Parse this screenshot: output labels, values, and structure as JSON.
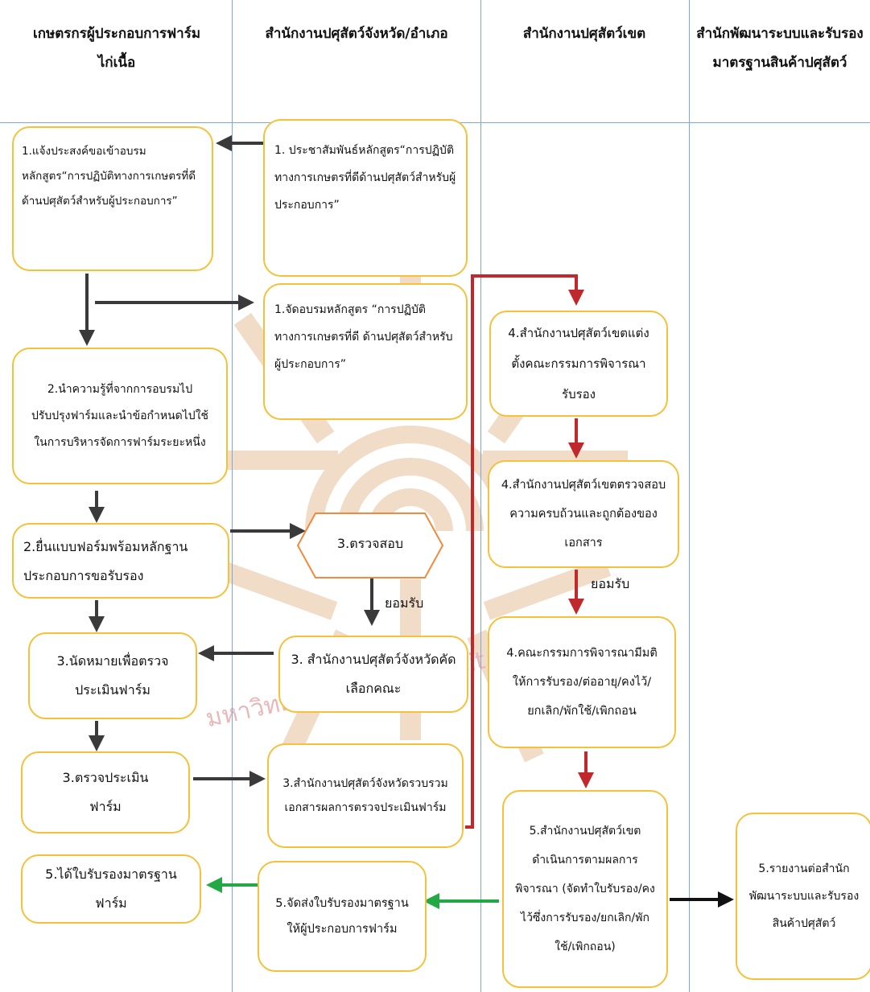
{
  "lanes": [
    "เกษตรกรผู้ประกอบการฟาร์มไก่เนื้อ",
    "สำนักงานปศุสัตว์จังหวัด/อำเภอ",
    "สำนักงานปศุสัตว์เขต",
    "สำนักพัฒนาระบบและรับรองมาตรฐานสินค้าปศุสัตว์"
  ],
  "nodes": {
    "farmer_apply_training": "1.แจ้งประสงค์ขอเข้าอบรมหลักสูตร“การปฏิบัติทางการเกษตรที่ดีด้านปศุสัตว์สำหรับผู้ประกอบการ”",
    "farmer_apply_knowledge": "2.นำความรู้ที่จากการอบรมไปปรับปรุงฟาร์มและนำข้อกำหนดไปใช้ในการบริหารจัดการฟาร์มระยะหนึ่ง",
    "farmer_submit_form": "2.ยื่นแบบฟอร์มพร้อมหลักฐานประกอบการขอรับรอง",
    "farmer_appointment": "3.นัดหมายเพื่อตรวจประเมินฟาร์ม",
    "farmer_inspection": "3.ตรวจประเมินฟาร์ม",
    "farmer_certificate": "5.ได้ใบรับรองมาตรฐานฟาร์ม",
    "prov_publicize": "1. ประชาสัมพันธ์หลักสูตร“การปฏิบัติทางการเกษตรที่ดีด้านปศุสัตว์สำหรับผู้ประกอบการ”",
    "prov_training": "1.จัดอบรมหลักสูตร “การปฏิบัติทางการเกษตรที่ดี ด้านปศุสัตว์สำหรับผู้ประกอบการ”",
    "prov_check": "3.ตรวจสอบ",
    "prov_select_team": "3. สำนักงานปศุสัตว์จังหวัดคัดเลือกคณะ",
    "prov_compile": "3.สำนักงานปศุสัตว์จังหวัดรวบรวมเอกสารผลการตรวจประเมินฟาร์ม",
    "prov_send_cert": "5.จัดส่งใบรับรองมาตรฐานให้ผู้ประกอบการฟาร์ม",
    "reg_appoint_committee": "4.สำนักงานปศุสัตว์เขตแต่งตั้งคณะกรรมการพิจารณารับรอง",
    "reg_check_docs": "4.สำนักงานปศุสัตว์เขตตรวจสอบความครบถ้วนและถูกต้องของเอกสาร",
    "reg_committee_resolve": "4.คณะกรรมการพิจารณามีมติให้การรับรอง/ต่ออายุ/คงไว้/ยกเลิก/พักใช้/เพิกถอน",
    "reg_follow_up": "5.สำนักงานปศุสัตว์เขตดำเนินการตามผลการพิจารณา (จัดทำใบรับรอง/คงไว้ซึ่งการรับรอง/ยกเลิก/พักใช้/เพิกถอน)",
    "bureau_report": "5.รายงานต่อสำนักพัฒนาระบบและรับรองสินค้าปศุสัตว์"
  },
  "edge_labels": {
    "accept_prov": "ยอมรับ",
    "accept_reg": "ยอมรับ"
  },
  "watermark_text": "มหาวิทยาลัยรังสิต Rangsit University",
  "colors": {
    "box_border": "#f4c13a",
    "lane_line": "#7ea6d6",
    "arrow_dark": "#3a3a3a",
    "arrow_red": "#c0282c",
    "arrow_green": "#23a845"
  }
}
